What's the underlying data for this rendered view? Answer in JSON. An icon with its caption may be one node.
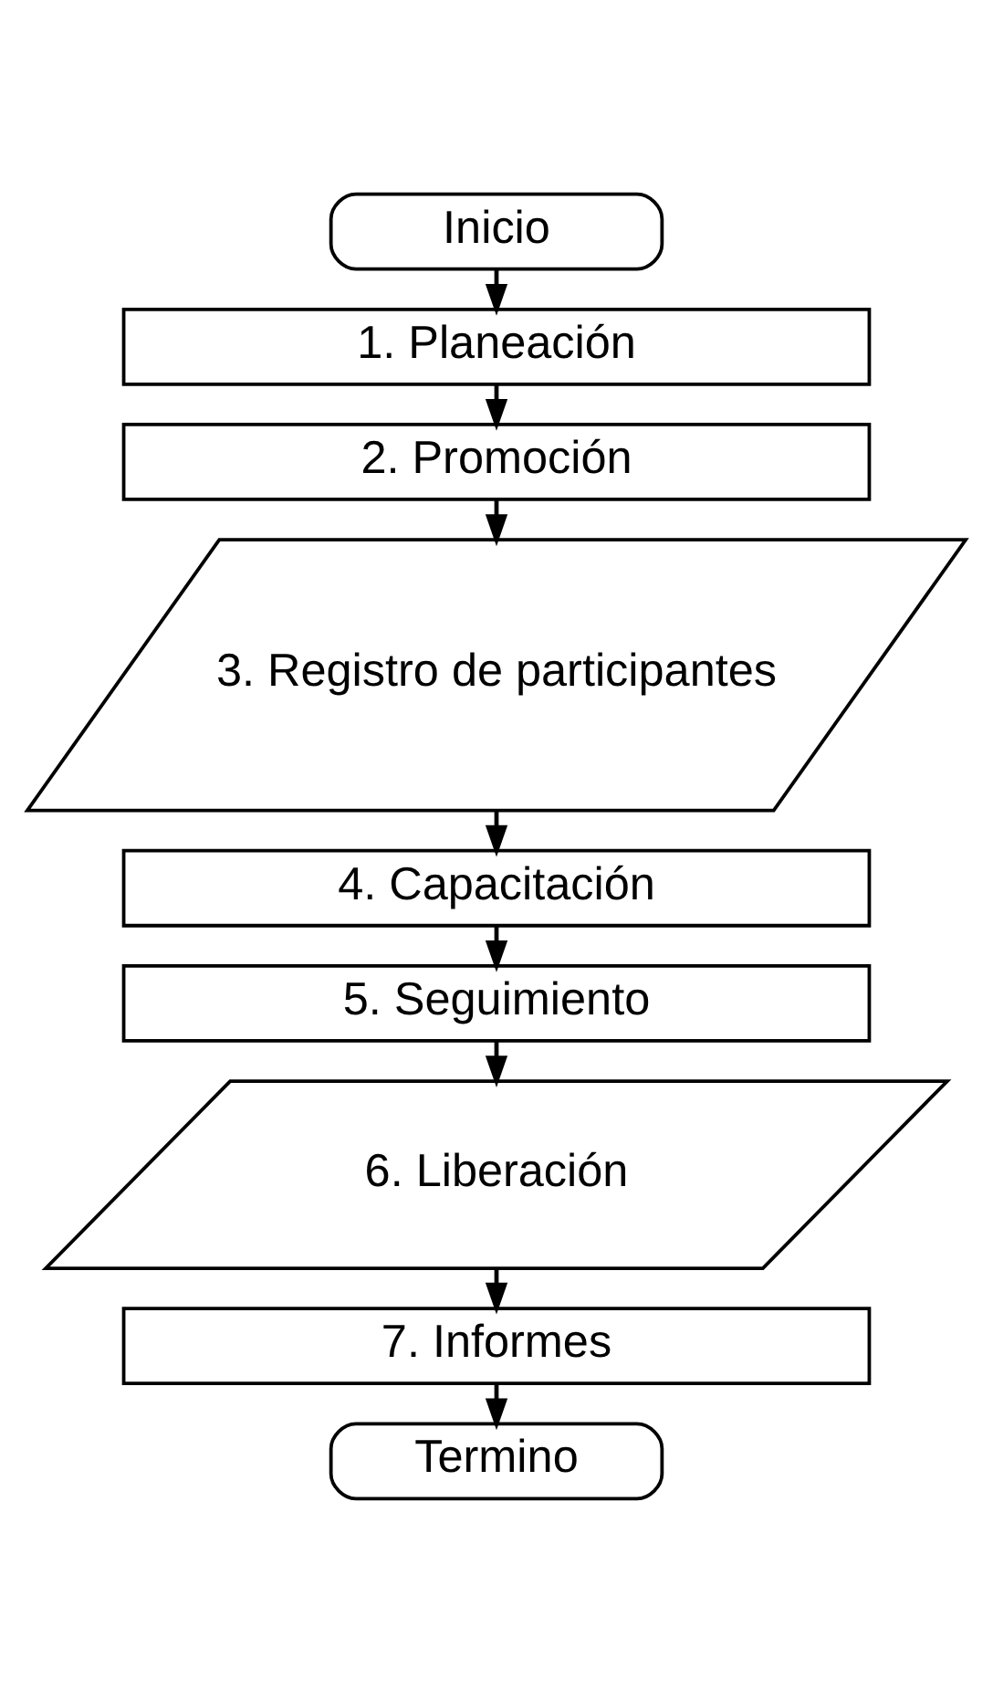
{
  "diagram": {
    "nodes": [
      {
        "text": [
          "Inicio"
        ]
      },
      {
        "text": [
          "1. Planeación"
        ]
      },
      {
        "text": [
          "2. Promoción"
        ]
      },
      {
        "text": [
          "3. Registro de participantes"
        ]
      },
      {
        "text": [
          "4. Capacitación"
        ]
      },
      {
        "text": [
          "5. Seguimiento"
        ]
      },
      {
        "text": [
          "6. Liberación"
        ]
      },
      {
        "text": [
          "7. Informes"
        ]
      },
      {
        "text": [
          "Termino"
        ]
      }
    ],
    "edges": [
      {
        "from": 0,
        "to": 1,
        "arrow": "to"
      },
      {
        "from": 1,
        "to": 2,
        "arrow": "to"
      },
      {
        "from": 2,
        "to": 3,
        "arrow": "to"
      },
      {
        "from": 3,
        "to": 4,
        "arrow": "to"
      },
      {
        "from": 4,
        "to": 5,
        "arrow": "to"
      },
      {
        "from": 5,
        "to": 6,
        "arrow": "to"
      },
      {
        "from": 6,
        "to": 7,
        "arrow": "to"
      },
      {
        "from": 7,
        "to": 8,
        "arrow": "to"
      }
    ]
  }
}
